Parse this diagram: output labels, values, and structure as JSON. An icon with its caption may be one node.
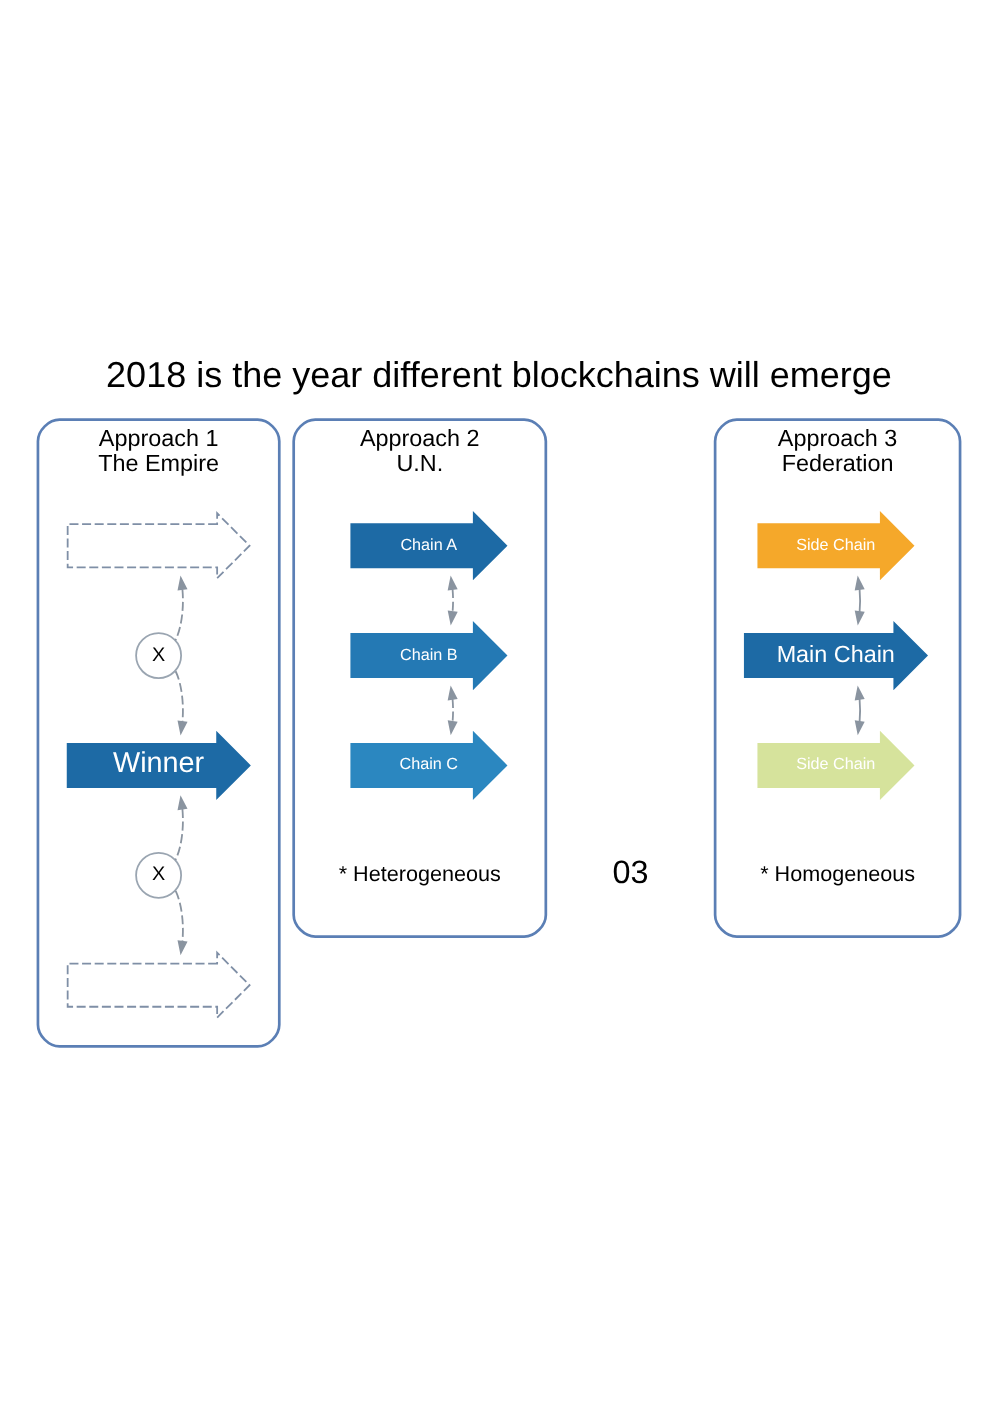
{
  "diagram": {
    "title": "2018 is the year different blockchains will emerge",
    "nodes": [
      {
        "text": [
          "Approach 1",
          "The Empire"
        ]
      },
      {
        "text": [],
        "shape": "arrow",
        "in": 0
      },
      {
        "text": [
          "X"
        ],
        "in": 0
      },
      {
        "text": [
          "Winner"
        ],
        "in": 0
      },
      {
        "text": [
          "X"
        ],
        "in": 0
      },
      {
        "text": [],
        "shape": "arrow",
        "in": 0
      },
      {
        "text": [
          "Approach 2",
          "U.N.",
          "* Heterogeneous"
        ]
      },
      {
        "text": [
          "Chain A"
        ],
        "in": 6
      },
      {
        "text": [
          "Chain B"
        ],
        "in": 6
      },
      {
        "text": [
          "Chain C"
        ],
        "in": 6
      },
      {
        "text": [
          "Approach 3",
          "Federation",
          "* Homogeneous"
        ]
      },
      {
        "text": [
          "Side Chain"
        ],
        "in": 10
      },
      {
        "text": [
          "Main Chain"
        ],
        "in": 10
      },
      {
        "text": [
          "Side Chain"
        ],
        "in": 10
      }
    ],
    "edges": [
      {
        "from": 2,
        "to": 1,
        "arrow": "to",
        "style": "dashed"
      },
      {
        "from": 2,
        "to": 3,
        "arrow": "to",
        "style": "dashed"
      },
      {
        "from": 4,
        "to": 3,
        "arrow": "to",
        "style": "dashed"
      },
      {
        "from": 4,
        "to": 5,
        "arrow": "to",
        "style": "dashed"
      },
      {
        "from": 7,
        "to": 8,
        "arrow": "both",
        "style": "dashed"
      },
      {
        "from": 8,
        "to": 9,
        "arrow": "both",
        "style": "dashed"
      },
      {
        "from": 11,
        "to": 12,
        "arrow": "both"
      },
      {
        "from": 12,
        "to": 13,
        "arrow": "both"
      }
    ],
    "labels": [
      "03"
    ]
  }
}
